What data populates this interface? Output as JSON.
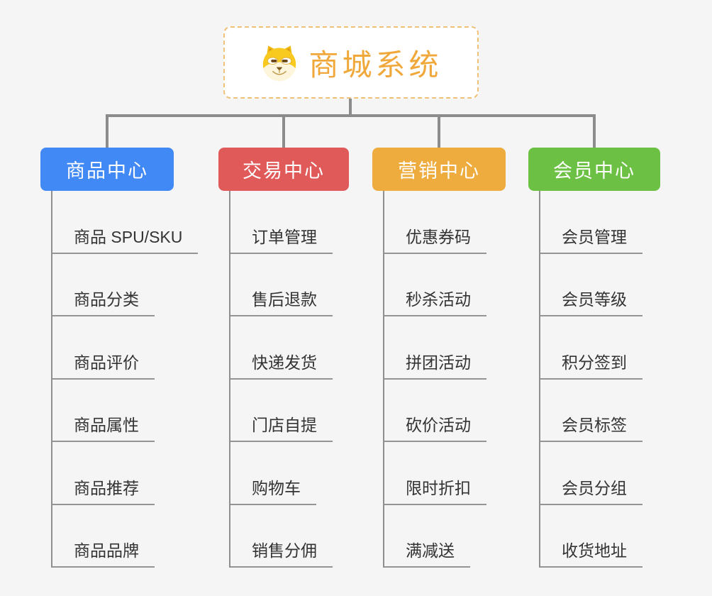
{
  "root": {
    "title": "商城系统",
    "icon": "dog-face-icon"
  },
  "branches": [
    {
      "label": "商品中心",
      "color": "#4189f4",
      "items": [
        "商品 SPU/SKU",
        "商品分类",
        "商品评价",
        "商品属性",
        "商品推荐",
        "商品品牌"
      ]
    },
    {
      "label": "交易中心",
      "color": "#e15a5a",
      "items": [
        "订单管理",
        "售后退款",
        "快递发货",
        "门店自提",
        "购物车",
        "销售分佣"
      ]
    },
    {
      "label": "营销中心",
      "color": "#eeac3e",
      "items": [
        "优惠券码",
        "秒杀活动",
        "拼团活动",
        "砍价活动",
        "限时折扣",
        "满减送"
      ]
    },
    {
      "label": "会员中心",
      "color": "#6cc144",
      "items": [
        "会员管理",
        "会员等级",
        "积分签到",
        "会员标签",
        "会员分组",
        "收货地址"
      ]
    }
  ],
  "colors": {
    "background": "#f5f5f6",
    "connector": "#8c8c8c",
    "underline": "#949494",
    "item_text": "#333333",
    "root_border": "#f0c179",
    "root_title": "#f0a83a"
  }
}
